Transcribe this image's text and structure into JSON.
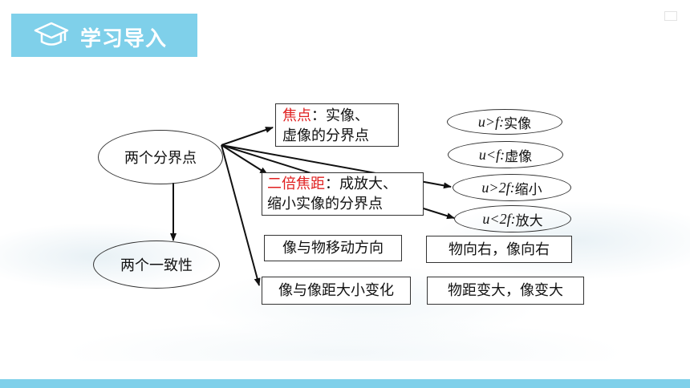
{
  "header": {
    "title": "学习导入",
    "icon": "graduation-cap-icon"
  },
  "colors": {
    "accent": "#7fd0ea",
    "highlight": "#e02020"
  },
  "mindmap": {
    "node_boundary_points": "两个分界点",
    "node_consistency": "两个一致性",
    "focus_box": {
      "term": "焦点",
      "line1_rest": "：实像、",
      "line2": "虚像的分界点"
    },
    "double_focus_box": {
      "term": "二倍焦距",
      "line1_rest": "：成放大、",
      "line2": "缩小实像的分界点"
    },
    "move_direction_box": "像与物移动方向",
    "size_change_box": "像与像距大小变化",
    "move_direction_answer": "物向右，像向右",
    "size_change_answer": "物距变大，像变大",
    "conditions": [
      {
        "lhs": "u",
        "op": ">",
        "rhs": "f",
        "sep": ":",
        "result": "实像"
      },
      {
        "lhs": "u",
        "op": "<",
        "rhs": "f",
        "sep": ":",
        "result": "虚像"
      },
      {
        "lhs": "u",
        "op": ">",
        "rhs": "2f",
        "sep": ":",
        "result": "缩小"
      },
      {
        "lhs": "u",
        "op": "<",
        "rhs": "2f",
        "sep": ":",
        "result": "放大"
      }
    ]
  }
}
